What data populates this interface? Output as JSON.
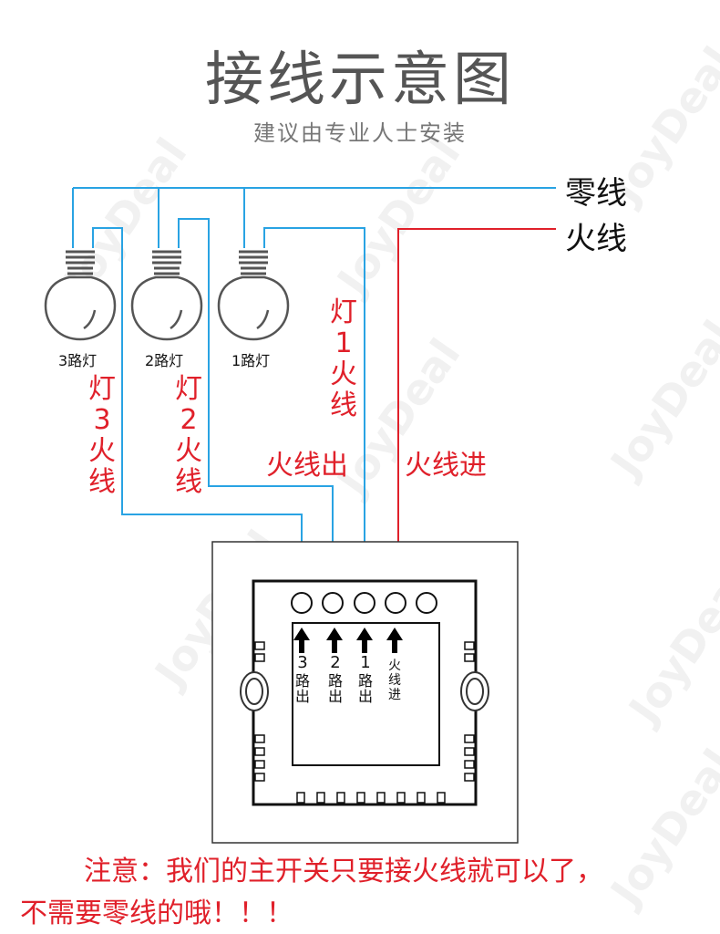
{
  "title": "接线示意图",
  "subtitle": "建议由专业人士安装",
  "legend": {
    "neutral": "零线",
    "live": "火线"
  },
  "colors": {
    "neutral_wire": "#29a3e3",
    "live_wire": "#e0202a",
    "outline": "#555555"
  },
  "bulbs": [
    "3路灯",
    "2路灯",
    "1路灯"
  ],
  "wire_labels": {
    "lamp3_live": "灯3火线",
    "lamp2_live": "灯2火线",
    "lamp1_live": "灯1火线",
    "live_out": "火线出",
    "live_in": "火线进"
  },
  "terminals": {
    "t3_num": "3",
    "t3_text": "路出",
    "t2_num": "2",
    "t2_text": "路出",
    "t1_num": "1",
    "t1_text": "路出",
    "tin_text": "火线进"
  },
  "note": {
    "line1": "注意：我们的主开关只要接火线就可以了，",
    "line2": "不需要零线的哦！！！"
  },
  "watermark": "JoyDeal"
}
